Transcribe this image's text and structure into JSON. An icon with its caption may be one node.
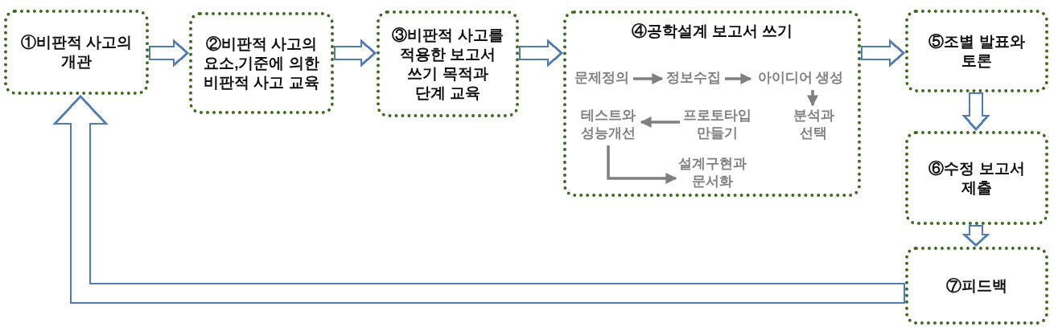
{
  "diagram": {
    "nodes": [
      {
        "text": [
          "①비판적 사고의 개관"
        ]
      },
      {
        "text": [
          "②비판적 사고의 요소,기준에 의한 비판적 사고 교육"
        ]
      },
      {
        "text": [
          "③비판적 사고를 적용한 보고서 쓰기 목적과 단계 교육"
        ]
      },
      {
        "text": [
          "④공학설계 보고서 쓰기"
        ]
      },
      {
        "text": [
          "문제정의"
        ],
        "in": 3
      },
      {
        "text": [
          "정보수집"
        ],
        "in": 3
      },
      {
        "text": [
          "아이디어 생성"
        ],
        "in": 3
      },
      {
        "text": [
          "분석과 선택"
        ],
        "in": 3
      },
      {
        "text": [
          "프로토타입 만들기"
        ],
        "in": 3
      },
      {
        "text": [
          "테스트와 성능개선"
        ],
        "in": 3
      },
      {
        "text": [
          "설계구현과 문서화"
        ],
        "in": 3
      },
      {
        "text": [
          "⑤조별 발표와 토론"
        ]
      },
      {
        "text": [
          "⑥수정 보고서 제출"
        ]
      },
      {
        "text": [
          "⑦피드백"
        ]
      }
    ],
    "edges": [
      {
        "from": 0,
        "to": 1,
        "arrow": "to"
      },
      {
        "from": 1,
        "to": 2,
        "arrow": "to"
      },
      {
        "from": 2,
        "to": 3,
        "arrow": "to"
      },
      {
        "from": 3,
        "to": 11,
        "arrow": "to"
      },
      {
        "from": 11,
        "to": 12,
        "arrow": "to"
      },
      {
        "from": 12,
        "to": 13,
        "arrow": "to"
      },
      {
        "from": 13,
        "to": 0,
        "arrow": "to"
      },
      {
        "from": 4,
        "to": 5,
        "arrow": "to",
        "color": "#808080"
      },
      {
        "from": 5,
        "to": 6,
        "arrow": "to",
        "color": "#808080"
      },
      {
        "from": 6,
        "to": 7,
        "arrow": "to",
        "color": "#808080"
      },
      {
        "from": 8,
        "to": 9,
        "arrow": "to",
        "color": "#808080"
      },
      {
        "from": 9,
        "to": 10,
        "arrow": "to",
        "color": "#808080"
      }
    ]
  }
}
